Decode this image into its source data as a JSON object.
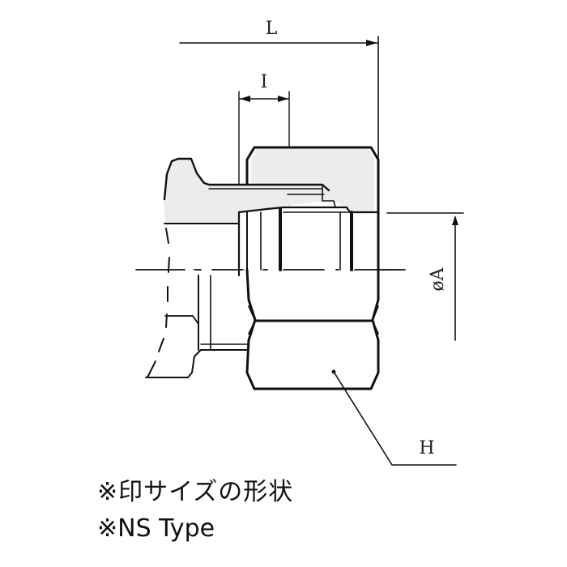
{
  "drawing": {
    "title": "NS Type cap nut fitting dimension drawing",
    "colors": {
      "line": "#111111",
      "fill_shade": "#ececec",
      "background": "#ffffff"
    },
    "dimensions": {
      "L": "L",
      "I": "I",
      "A": "øA",
      "H": "H"
    }
  },
  "captions": [
    "※印サイズの形状",
    "※NS Type"
  ]
}
